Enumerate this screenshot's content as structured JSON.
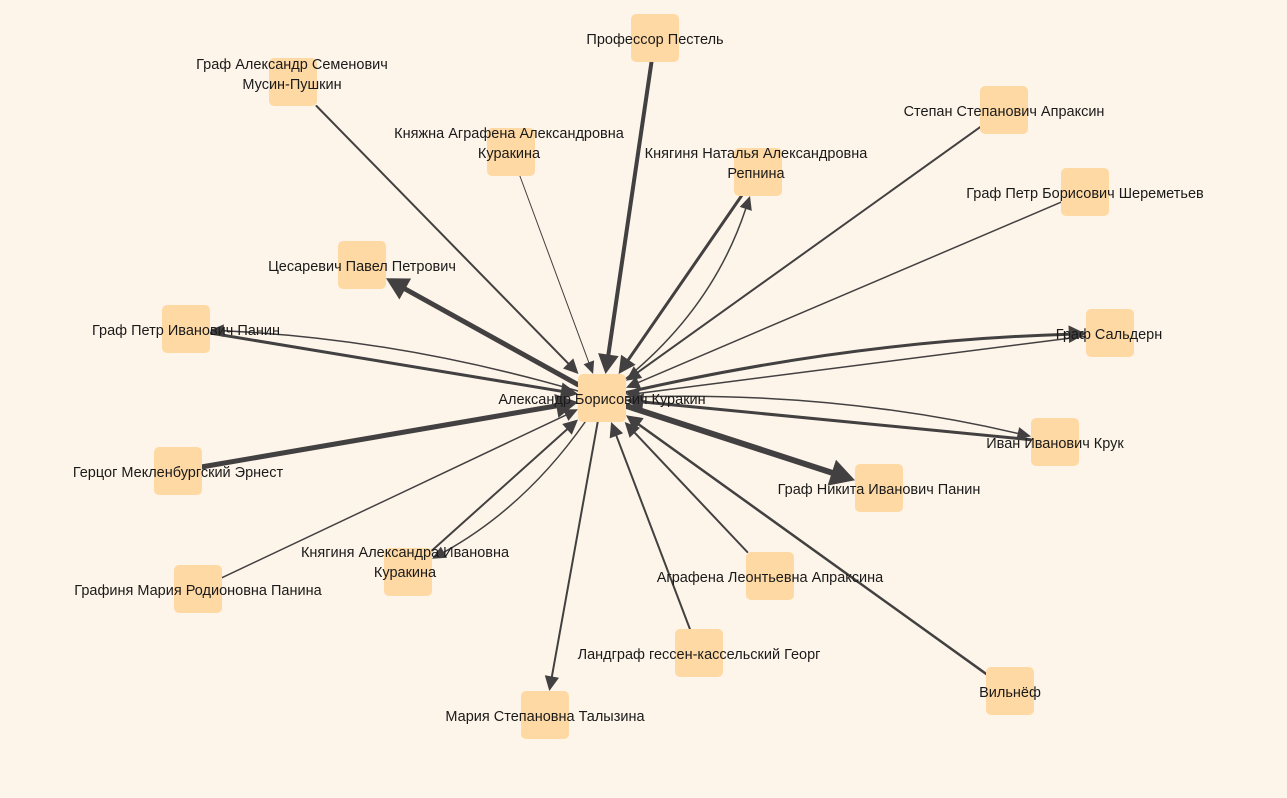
{
  "graph": {
    "nodes": [
      {
        "id": "center",
        "lines": [
          "Александр Борисович Куракин"
        ]
      },
      {
        "id": "pestel",
        "lines": [
          "Профессор Пестель"
        ]
      },
      {
        "id": "musin",
        "lines": [
          "Граф Александр Семенович",
          "Мусин-Пушкин"
        ]
      },
      {
        "id": "agrafena_k",
        "lines": [
          "Княжна Аграфена Александровна",
          "Куракина"
        ]
      },
      {
        "id": "repnina",
        "lines": [
          "Княгиня Наталья Александровна",
          "Репнина"
        ]
      },
      {
        "id": "apraksin",
        "lines": [
          "Степан Степанович Апраксин"
        ]
      },
      {
        "id": "sheremetev",
        "lines": [
          "Граф Петр Борисович Шереметьев"
        ]
      },
      {
        "id": "pavel",
        "lines": [
          "Цесаревич Павел Петрович"
        ]
      },
      {
        "id": "panin_p",
        "lines": [
          "Граф Петр Иванович Панин"
        ]
      },
      {
        "id": "saldern",
        "lines": [
          "Граф Сальдерн"
        ]
      },
      {
        "id": "kruk",
        "lines": [
          "Иван Иванович Крук"
        ]
      },
      {
        "id": "ernest",
        "lines": [
          "Герцог Мекленбургский Эрнест"
        ]
      },
      {
        "id": "panin_n",
        "lines": [
          "Граф Никита Иванович Панин"
        ]
      },
      {
        "id": "panina",
        "lines": [
          "Графиня Мария Родионовна Панина"
        ]
      },
      {
        "id": "alexandra",
        "lines": [
          "Княгиня Александра Ивановна",
          "Куракина"
        ]
      },
      {
        "id": "apraksina",
        "lines": [
          "Аграфена Леонтьевна Апраксина"
        ]
      },
      {
        "id": "georg",
        "lines": [
          "Ландграф гессен-кассельский Георг"
        ]
      },
      {
        "id": "talyzina",
        "lines": [
          "Мария Степановна Талызина"
        ]
      },
      {
        "id": "vilnef",
        "lines": [
          "Вильнёф"
        ]
      }
    ],
    "edges": [
      {
        "from": "pestel",
        "to": "center",
        "weight": 4
      },
      {
        "from": "musin",
        "to": "center",
        "weight": 2
      },
      {
        "from": "agrafena_k",
        "to": "center",
        "weight": 1
      },
      {
        "from": "repnina",
        "to": "center",
        "weight": 3
      },
      {
        "from": "center",
        "to": "repnina",
        "weight": 1.5,
        "curve": 40
      },
      {
        "from": "apraksin",
        "to": "center",
        "weight": 2
      },
      {
        "from": "sheremetev",
        "to": "center",
        "weight": 1.5
      },
      {
        "from": "center",
        "to": "pavel",
        "weight": 5
      },
      {
        "from": "panin_p",
        "to": "center",
        "weight": 3
      },
      {
        "from": "center",
        "to": "panin_p",
        "weight": 1.5,
        "curve": 25
      },
      {
        "from": "center",
        "to": "saldern",
        "weight": 3,
        "curve": -25
      },
      {
        "from": "saldern",
        "to": "center",
        "weight": 1.5
      },
      {
        "from": "kruk",
        "to": "center",
        "weight": 3
      },
      {
        "from": "center",
        "to": "kruk",
        "weight": 1.5,
        "curve": -30
      },
      {
        "from": "ernest",
        "to": "center",
        "weight": 5
      },
      {
        "from": "center",
        "to": "panin_n",
        "weight": 6
      },
      {
        "from": "panina",
        "to": "center",
        "weight": 1.5
      },
      {
        "from": "alexandra",
        "to": "center",
        "weight": 2
      },
      {
        "from": "center",
        "to": "alexandra",
        "weight": 1.5,
        "curve": -30
      },
      {
        "from": "apraksina",
        "to": "center",
        "weight": 2
      },
      {
        "from": "georg",
        "to": "center",
        "weight": 2
      },
      {
        "from": "center",
        "to": "talyzina",
        "weight": 2
      },
      {
        "from": "vilnef",
        "to": "center",
        "weight": 2.5
      }
    ]
  },
  "colors": {
    "background": "#fef5ea",
    "node_fill": "#fed9a4",
    "edge": "#424040",
    "label": "#1a1a1a"
  }
}
